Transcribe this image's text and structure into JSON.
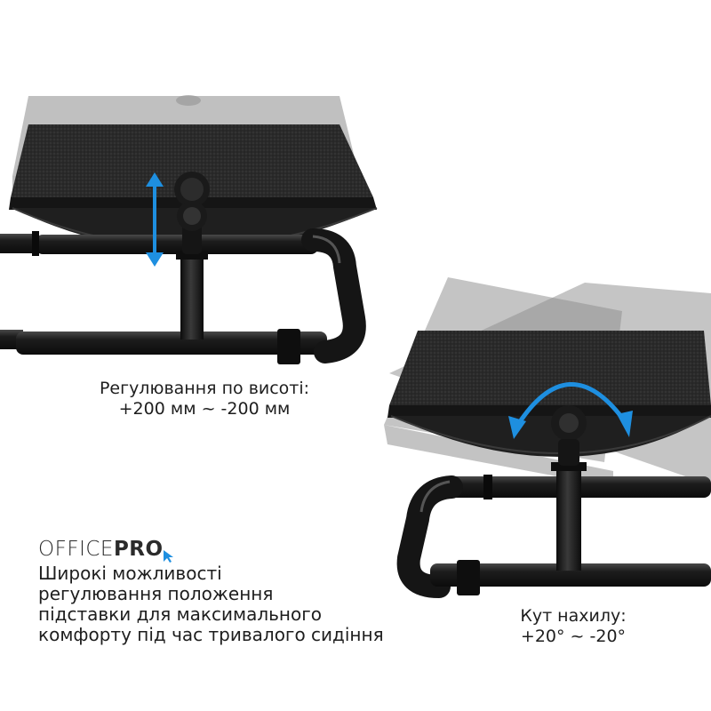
{
  "brand": {
    "logo_office": "OFFICE",
    "logo_pro": "PRO",
    "accent_color": "#1e8fe0"
  },
  "height_adjustment": {
    "label": "Регулювання по висоті:",
    "range": "+200 мм ~ -200 мм"
  },
  "tilt_adjustment": {
    "label": "Кут нахилу:",
    "range": "+20° ~ -20°"
  },
  "description": {
    "lines": [
      "Широкі можливості",
      "регулювання положення",
      "підставки для максимального",
      "комфорту під час тривалого сидіння"
    ]
  },
  "icons": {
    "height_arrow": "vertical-double-arrow-icon",
    "tilt_arrow": "curved-double-arrow-icon",
    "logo_cursor": "cursor-arrow-icon"
  }
}
